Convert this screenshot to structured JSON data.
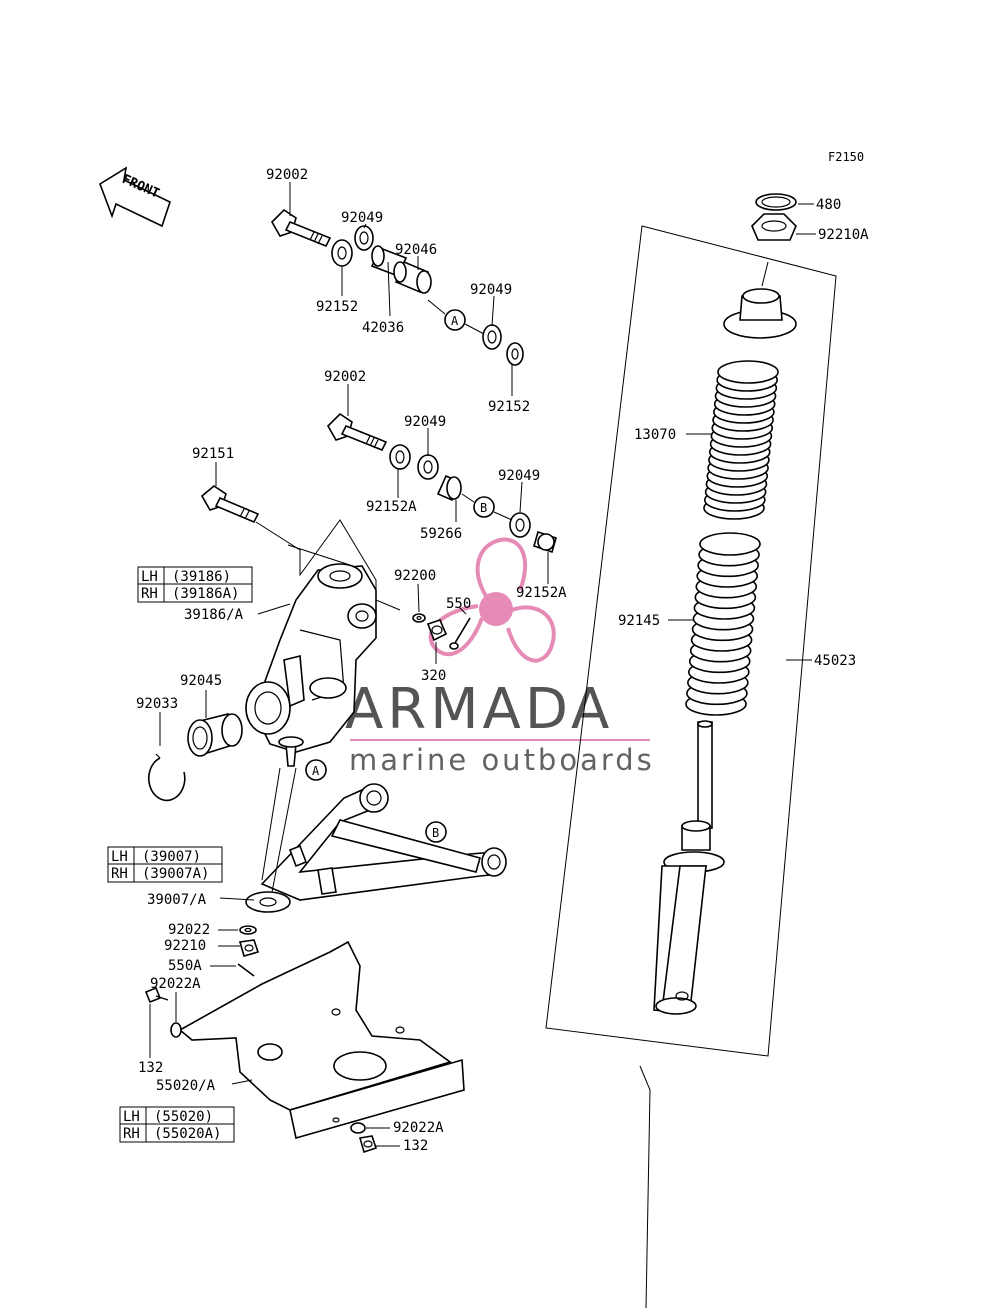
{
  "figure_code": "F2150",
  "front_arrow_label": "FRONT",
  "watermark": {
    "title": "ARMADA",
    "subtitle": "marine outboards",
    "accent_color": "#e58bb6",
    "text_color": "#555555"
  },
  "callouts": {
    "p92002_top": "92002",
    "p92049_a": "92049",
    "p92046": "92046",
    "p92152_a": "92152",
    "p42036": "42036",
    "p92049_b": "92049",
    "p92152_b": "92152",
    "p92002_mid": "92002",
    "p92049_c": "92049",
    "p92152A_a": "92152A",
    "p59266": "59266",
    "p92049_d": "92049",
    "p92152A_b": "92152A",
    "p92151": "92151",
    "p92200": "92200",
    "p550": "550",
    "p320": "320",
    "p39186A": "39186/A",
    "p92045": "92045",
    "p92033": "92033",
    "p39007A": "39007/A",
    "p92022": "92022",
    "p92210": "92210",
    "p550A": "550A",
    "p92022A_a": "92022A",
    "p132_a": "132",
    "p55020A": "55020/A",
    "p92022A_b": "92022A",
    "p132_b": "132",
    "p480": "480",
    "p92210A": "92210A",
    "p13070": "13070",
    "p92145": "92145",
    "p45023": "45023"
  },
  "ref_marks": {
    "a1": "A",
    "b1": "B",
    "a2": "A",
    "b2": "B"
  },
  "side_tables": {
    "knuckle": {
      "lh_side": "LH",
      "lh_part": "(39186)",
      "rh_side": "RH",
      "rh_part": "(39186A)"
    },
    "arm": {
      "lh_side": "LH",
      "lh_part": "(39007)",
      "rh_side": "RH",
      "rh_part": "(39007A)"
    },
    "guard": {
      "lh_side": "LH",
      "lh_part": "(55020)",
      "rh_side": "RH",
      "rh_part": "(55020A)"
    }
  }
}
